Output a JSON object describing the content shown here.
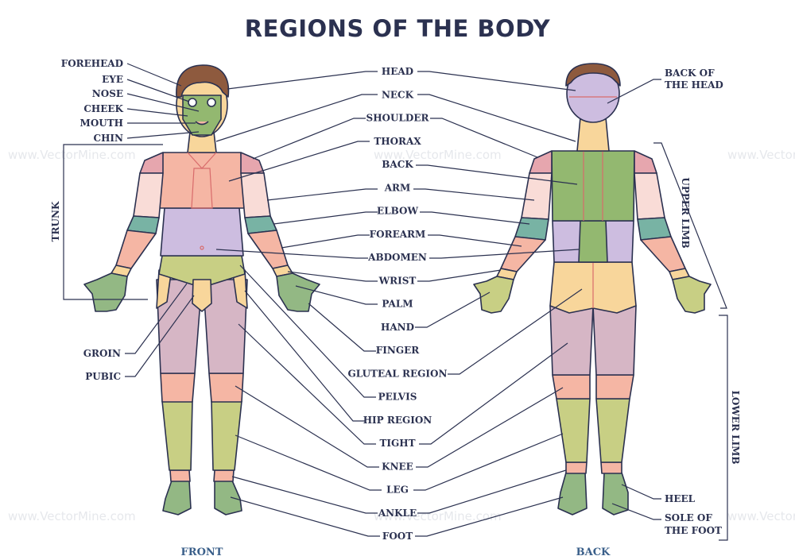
{
  "title": "REGIONS OF THE BODY",
  "watermark": "www.VectorMine.com",
  "views": {
    "front": "FRONT",
    "back": "BACK"
  },
  "colors": {
    "ink": "#2b3150",
    "region_line": "#d86b6b",
    "head_face": "#93b870",
    "skin": "#f8d69b",
    "shoulder": "#e6a6ae",
    "thorax": "#f5b6a4",
    "arm": "#f9dcd7",
    "elbow": "#78b3a4",
    "abdomen": "#cdbde0",
    "thigh": "#d6b6c5",
    "knee_ankle": "#f5b6a4",
    "leg": "#c8cf84",
    "foot_hand": "#93b884",
    "hair": "#8e5a3e"
  },
  "labels": {
    "forehead": "FOREHEAD",
    "eye": "EYE",
    "nose": "NOSE",
    "cheek": "CHEEK",
    "mouth": "MOUTH",
    "chin": "CHIN",
    "groin": "GROIN",
    "pubic": "PUBIC",
    "back_of_head_1": "BACK OF",
    "back_of_head_2": "THE HEAD",
    "heel": "HEEL",
    "sole_1": "SOLE OF",
    "sole_2": "THE FOOT",
    "trunk": "TRUNK",
    "upper_limb": "UPPER LIMB",
    "lower_limb": "LOWER LIMB",
    "center": [
      "HEAD",
      "NECK",
      "SHOULDER",
      "THORAX",
      "BACK",
      "ARM",
      "ELBOW",
      "FOREARM",
      "ABDOMEN",
      "WRIST",
      "PALM",
      "HAND",
      "FINGER",
      "GLUTEAL REGION",
      "PELVIS",
      "HIP REGION",
      "TIGHT",
      "KNEE",
      "LEG",
      "ANKLE",
      "FOOT"
    ]
  }
}
